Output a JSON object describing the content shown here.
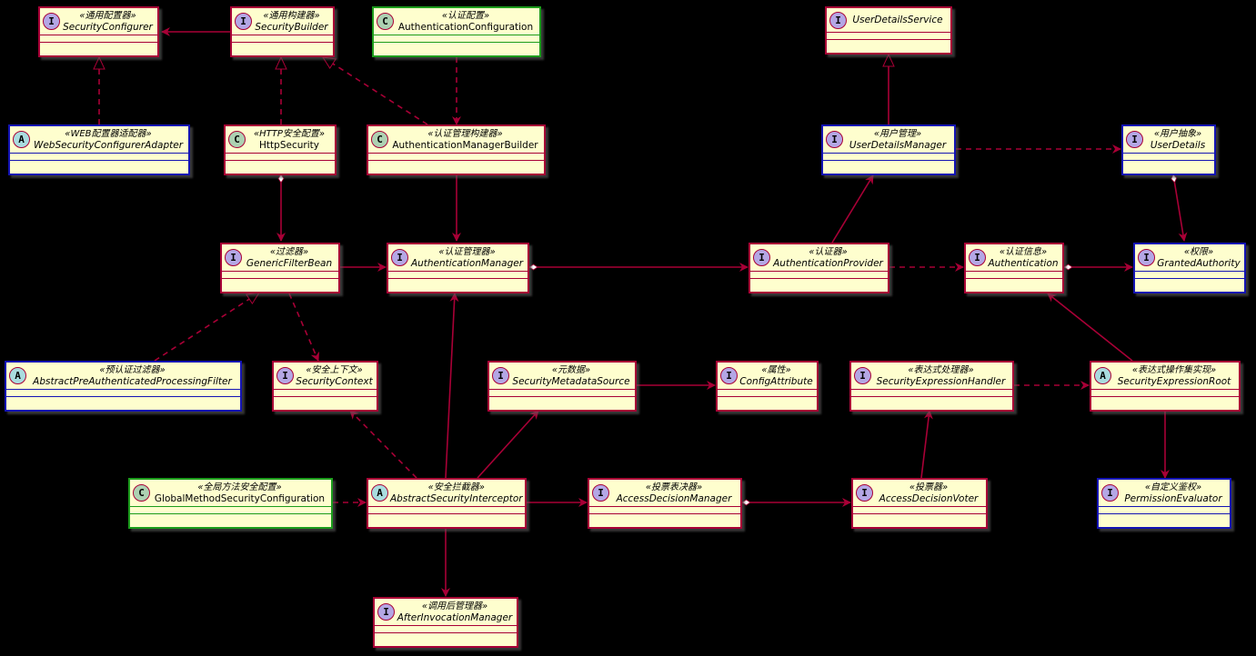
{
  "classes": {
    "security_configurer": {
      "kind": "I",
      "stereotype": "«通用配置器»",
      "name": "SecurityConfigurer"
    },
    "security_builder": {
      "kind": "I",
      "stereotype": "«通用构建器»",
      "name": "SecurityBuilder"
    },
    "authentication_configuration": {
      "kind": "C",
      "stereotype": "«认证配置»",
      "name": "AuthenticationConfiguration"
    },
    "user_details_service": {
      "kind": "I",
      "stereotype": "",
      "name": "UserDetailsService"
    },
    "web_security_configurer_adapter": {
      "kind": "A",
      "stereotype": "«WEB配置器适配器»",
      "name": "WebSecurityConfigurerAdapter"
    },
    "http_security": {
      "kind": "C",
      "stereotype": "«HTTP安全配置»",
      "name": "HttpSecurity"
    },
    "authentication_manager_builder": {
      "kind": "C",
      "stereotype": "«认证管理构建器»",
      "name": "AuthenticationManagerBuilder"
    },
    "user_details_manager": {
      "kind": "I",
      "stereotype": "«用户管理»",
      "name": "UserDetailsManager"
    },
    "user_details": {
      "kind": "I",
      "stereotype": "«用户抽象»",
      "name": "UserDetails"
    },
    "generic_filter_bean": {
      "kind": "I",
      "stereotype": "«过滤器»",
      "name": "GenericFilterBean"
    },
    "authentication_manager": {
      "kind": "I",
      "stereotype": "«认证管理器»",
      "name": "AuthenticationManager"
    },
    "authentication_provider": {
      "kind": "I",
      "stereotype": "«认证器»",
      "name": "AuthenticationProvider"
    },
    "authentication": {
      "kind": "I",
      "stereotype": "«认证信息»",
      "name": "Authentication"
    },
    "granted_authority": {
      "kind": "I",
      "stereotype": "«权限»",
      "name": "GrantedAuthority"
    },
    "abstract_pre_authenticated_processing_filter": {
      "kind": "A",
      "stereotype": "«预认证过滤器»",
      "name": "AbstractPreAuthenticatedProcessingFilter"
    },
    "security_context": {
      "kind": "I",
      "stereotype": "«安全上下文»",
      "name": "SecurityContext"
    },
    "security_metadata_source": {
      "kind": "I",
      "stereotype": "«元数据»",
      "name": "SecurityMetadataSource"
    },
    "config_attribute": {
      "kind": "I",
      "stereotype": "«属性»",
      "name": "ConfigAttribute"
    },
    "security_expression_handler": {
      "kind": "I",
      "stereotype": "«表达式处理器»",
      "name": "SecurityExpressionHandler"
    },
    "security_expression_root": {
      "kind": "A",
      "stereotype": "«表达式操作集实现»",
      "name": "SecurityExpressionRoot"
    },
    "global_method_security_configuration": {
      "kind": "C",
      "stereotype": "«全局方法安全配置»",
      "name": "GlobalMethodSecurityConfiguration"
    },
    "abstract_security_interceptor": {
      "kind": "A",
      "stereotype": "«安全拦截器»",
      "name": "AbstractSecurityInterceptor"
    },
    "access_decision_manager": {
      "kind": "I",
      "stereotype": "«投票表决器»",
      "name": "AccessDecisionManager"
    },
    "access_decision_voter": {
      "kind": "I",
      "stereotype": "«投票器»",
      "name": "AccessDecisionVoter"
    },
    "permission_evaluator": {
      "kind": "I",
      "stereotype": "«自定义鉴权»",
      "name": "PermissionEvaluator"
    },
    "after_invocation_manager": {
      "kind": "I",
      "stereotype": "«调用后管理器»",
      "name": "AfterInvocationManager"
    }
  },
  "colors": {
    "background": "#000000",
    "class_fill": "#fefece",
    "class_border_default": "#a80036",
    "class_border_blue": "#1414b4",
    "class_border_green": "#1c9c1c",
    "arrow": "#a80036",
    "badge_interface": "#b4a7e5",
    "badge_class": "#add1b2",
    "badge_abstract": "#a9dcdf"
  }
}
